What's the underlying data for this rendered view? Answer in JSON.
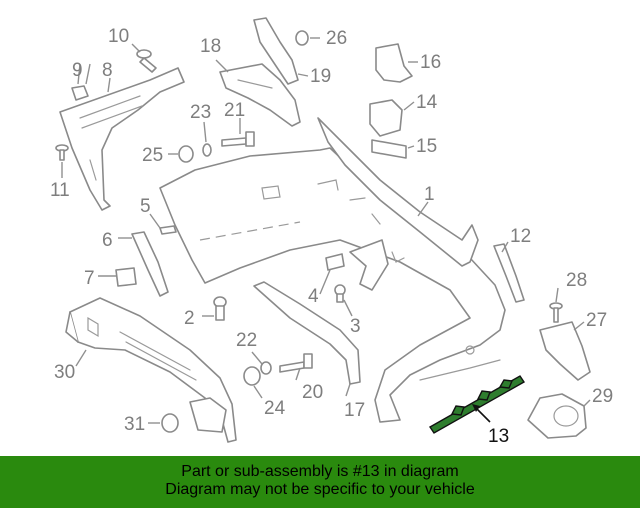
{
  "callouts": {
    "c1": "1",
    "c2": "2",
    "c3": "3",
    "c4": "4",
    "c5": "5",
    "c6": "6",
    "c7": "7",
    "c8": "8",
    "c9": "9",
    "c10": "10",
    "c11": "11",
    "c12": "12",
    "c13": "13",
    "c14": "14",
    "c15": "15",
    "c16": "16",
    "c17": "17",
    "c18": "18",
    "c19": "19",
    "c20": "20",
    "c21": "21",
    "c22": "22",
    "c23": "23",
    "c24": "24",
    "c25": "25",
    "c26": "26",
    "c27": "27",
    "c28": "28",
    "c29": "29",
    "c30": "30",
    "c31": "31"
  },
  "highlighted_part": "13",
  "banner": {
    "line1": "Part or sub-assembly is #13 in diagram",
    "line2": "Diagram may not be specific to your vehicle"
  },
  "colors": {
    "banner_bg": "#2a8a0e",
    "highlight_fill": "#2e7d2e",
    "line_art": "#8a8a8a",
    "label_text": "#7e7e7e"
  }
}
